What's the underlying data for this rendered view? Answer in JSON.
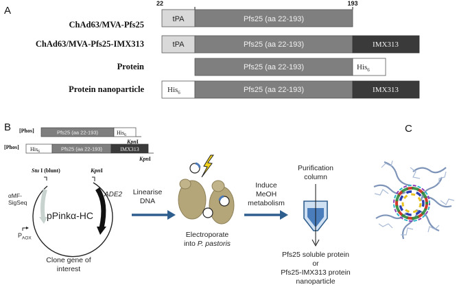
{
  "panel_labels": {
    "a": "A",
    "b": "B",
    "c": "C"
  },
  "panel_a": {
    "pos_start": "22",
    "pos_end": "193",
    "rows": [
      {
        "label": "ChAd63/MVA-Pfs25",
        "tpa": "tPA",
        "pfs25": "Pfs25 (aa 22-193)"
      },
      {
        "label": "ChAd63/MVA-Pfs25-IMX313",
        "tpa": "tPA",
        "pfs25": "Pfs25 (aa 22-193)",
        "imx": "IMX313"
      },
      {
        "label": "Protein",
        "pfs25": "Pfs25 (aa 22-193)",
        "his": "His",
        "his_sub": "6"
      },
      {
        "label": "Protein nanoparticle",
        "his": "His",
        "his_sub": "6",
        "pfs25": "Pfs25 (aa 22-193)",
        "imx": "IMX313"
      }
    ]
  },
  "panel_b": {
    "construct1": {
      "phos": "[Phos]",
      "pfs25": "Pfs25 (aa 22-193)",
      "his": "His",
      "his_sub": "6",
      "kpn": "Kpn",
      "kpn_suffix": "I"
    },
    "construct2": {
      "phos": "[Phos]",
      "his": "His",
      "his_sub": "6",
      "pfs25": "Pfs25 (aa 22-193)",
      "imx": "IMX313",
      "kpn": "Kpn",
      "kpn_suffix": "I"
    },
    "plasmid": {
      "name": "pPinkα-HC",
      "stu": "Stu",
      "stu_suffix": " I (blunt)",
      "kpn": "Kpn",
      "kpn_suffix": "I",
      "amf1": "αMF-",
      "amf2": "SigSeq",
      "ade2": "ADE2",
      "paox": "P",
      "paox_sub": "AOX"
    },
    "step1": [
      "Clone gene of",
      "interest"
    ],
    "arrow1": [
      "Linearise",
      "DNA"
    ],
    "step2a": "Electroporate",
    "step2b_prefix": "into ",
    "step2b_italic": "P. pastoris",
    "arrow2": [
      "Induce",
      "MeOH",
      "metabolism"
    ],
    "column": [
      "Purification",
      "column"
    ],
    "result": [
      "Pfs25 soluble protein",
      "or",
      "Pfs25-IMX313 protein",
      "nanoparticle"
    ]
  },
  "colors": {
    "tpa": "#d9d9d9",
    "pfs25": "#7f7f7f",
    "imx": "#3a3a3a",
    "his": "#ffffff",
    "arrow": "#2e5e8e",
    "cell": "#b5a67a"
  }
}
